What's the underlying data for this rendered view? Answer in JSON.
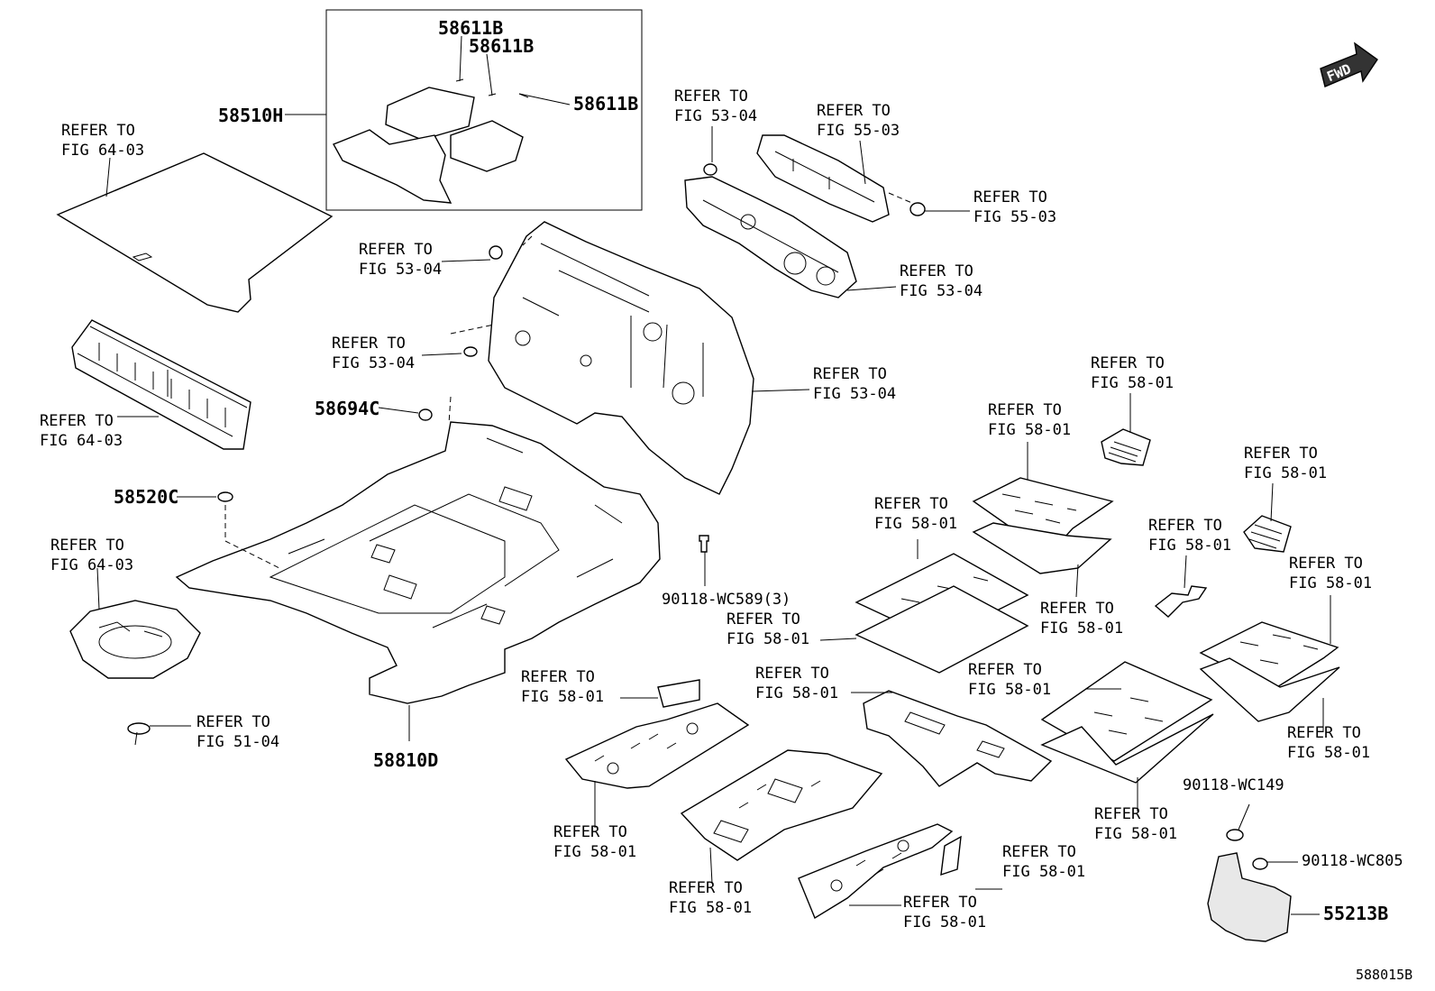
{
  "diagram": {
    "figure_code": "588015B",
    "fwd_label": "FWD",
    "refer": {
      "r1": [
        "REFER TO",
        "FIG 64-03"
      ],
      "r2": [
        "REFER TO",
        "FIG 64-03"
      ],
      "r3": [
        "REFER TO",
        "FIG 64-03"
      ],
      "r4": [
        "REFER TO",
        "FIG 51-04"
      ],
      "r5": [
        "REFER TO",
        "FIG 53-04"
      ],
      "r6": [
        "REFER TO",
        "FIG 55-03"
      ],
      "r7": [
        "REFER TO",
        "FIG 55-03"
      ],
      "r8": [
        "REFER TO",
        "FIG 53-04"
      ],
      "r9": [
        "REFER TO",
        "FIG 53-04"
      ],
      "r10": [
        "REFER TO",
        "FIG 53-04"
      ],
      "r11": [
        "REFER TO",
        "FIG 53-04"
      ],
      "r12": [
        "REFER TO",
        "FIG 58-01"
      ],
      "r13": [
        "REFER TO",
        "FIG 58-01"
      ],
      "r14": [
        "REFER TO",
        "FIG 58-01"
      ],
      "r15": [
        "REFER TO",
        "FIG 58-01"
      ],
      "r16": [
        "REFER TO",
        "FIG 58-01"
      ],
      "r17": [
        "REFER TO",
        "FIG 58-01"
      ],
      "r18": [
        "REFER TO",
        "FIG 58-01"
      ],
      "r19": [
        "REFER TO",
        "FIG 58-01"
      ],
      "r20": [
        "REFER TO",
        "FIG 58-01"
      ],
      "r21": [
        "REFER TO",
        "FIG 58-01"
      ],
      "r22": [
        "REFER TO",
        "FIG 58-01"
      ],
      "r23": [
        "REFER TO",
        "FIG 58-01"
      ],
      "r24": [
        "REFER TO",
        "FIG 58-01"
      ],
      "r25": [
        "REFER TO",
        "FIG 58-01"
      ],
      "r26": [
        "REFER TO",
        "FIG 58-01"
      ],
      "r27": [
        "REFER TO",
        "FIG 58-01"
      ],
      "r28": [
        "REFER TO",
        "FIG 58-01"
      ]
    },
    "parts": {
      "p58510H": "58510H",
      "p58611B_a": "58611B",
      "p58611B_b": "58611B",
      "p58611B_c": "58611B",
      "p58694C": "58694C",
      "p58520C": "58520C",
      "p58810D": "58810D",
      "p90118WC589": "90118-WC589(3)",
      "p90118WC149": "90118-WC149",
      "p90118WC805": "90118-WC805",
      "p55213B": "55213B"
    }
  }
}
